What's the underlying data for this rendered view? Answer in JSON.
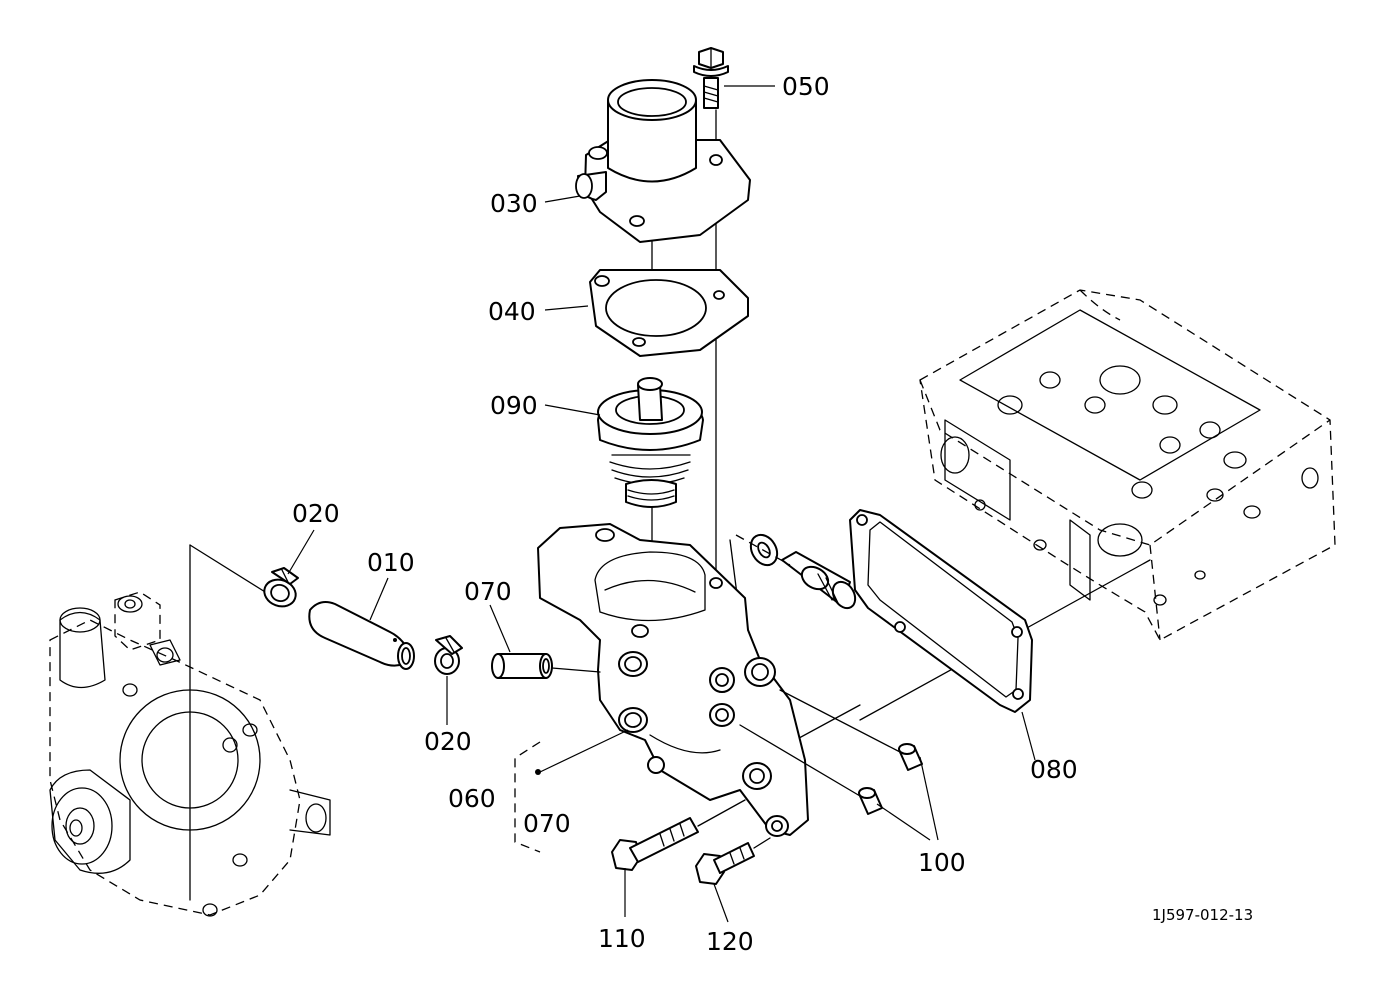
{
  "labels": {
    "p050": "050",
    "p030": "030",
    "p040": "040",
    "p090": "090",
    "p020a": "020",
    "p010": "010",
    "p070a": "070",
    "p020b": "020",
    "p060": "060",
    "p070b": "070",
    "p080": "080",
    "p100": "100",
    "p110": "110",
    "p120": "120"
  },
  "drawing_code": "1J597-012-13"
}
